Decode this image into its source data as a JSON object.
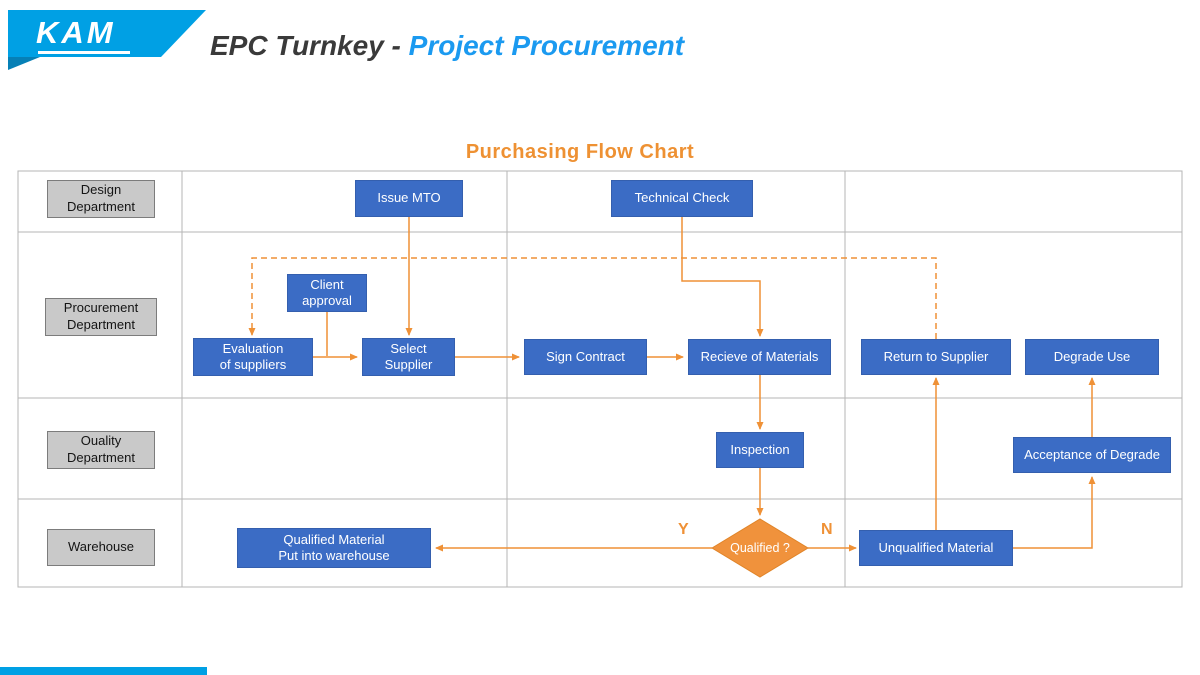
{
  "colors": {
    "logo_blue": "#00A0E4",
    "logo_fold_blue": "#0680B6",
    "title_blue": "#1B9AF0",
    "title_dark": "#3A3A3A",
    "node_blue": "#3B6CC5",
    "accent_orange": "#EF9136",
    "lane_gray": "#C9C9C9",
    "grid_gray": "#B5B5B5"
  },
  "header": {
    "logo_text": "KAM",
    "title_dark": "EPC Turnkey - ",
    "title_blue": "Project Procurement"
  },
  "chart": {
    "title": "Purchasing Flow Chart"
  },
  "lanes": {
    "design": "Design\nDepartment",
    "procurement": "Procurement\nDepartment",
    "quality": "Ouality\nDepartment",
    "warehouse": "Warehouse"
  },
  "nodes": {
    "issue_mto": "Issue MTO",
    "technical_check": "Technical Check",
    "client_approval": "Client\napproval",
    "evaluation_of_suppliers": "Evaluation\nof suppliers",
    "select_supplier": "Select\nSupplier",
    "sign_contract": "Sign Contract",
    "receive_of_materials": "Recieve of Materials",
    "return_to_supplier": "Return to Supplier",
    "degrade_use": "Degrade Use",
    "inspection": "Inspection",
    "acceptance_of_degrade": "Acceptance of Degrade",
    "qualified_material": "Qualified Material\nPut into warehouse",
    "unqualified_material": "Unqualified Material"
  },
  "decision": {
    "label": "Qualified ?",
    "yes_label": "Y",
    "no_label": "N"
  },
  "edges": [
    {
      "from": "issue_mto",
      "to": "select_supplier",
      "style": "solid"
    },
    {
      "from": "client_approval",
      "to": "select_supplier",
      "style": "solid"
    },
    {
      "from": "evaluation_of_suppliers",
      "to": "select_supplier",
      "style": "solid"
    },
    {
      "from": "select_supplier",
      "to": "sign_contract",
      "style": "solid"
    },
    {
      "from": "sign_contract",
      "to": "receive_of_materials",
      "style": "solid"
    },
    {
      "from": "technical_check",
      "to": "receive_of_materials",
      "style": "solid"
    },
    {
      "from": "receive_of_materials",
      "to": "inspection",
      "style": "solid"
    },
    {
      "from": "inspection",
      "to": "qualified_decision",
      "style": "solid"
    },
    {
      "from": "qualified_decision",
      "to": "qualified_material",
      "label": "Y",
      "style": "solid"
    },
    {
      "from": "qualified_decision",
      "to": "unqualified_material",
      "label": "N",
      "style": "solid"
    },
    {
      "from": "unqualified_material",
      "to": "return_to_supplier",
      "style": "solid"
    },
    {
      "from": "unqualified_material",
      "to": "acceptance_of_degrade",
      "style": "solid"
    },
    {
      "from": "acceptance_of_degrade",
      "to": "degrade_use",
      "style": "solid"
    },
    {
      "from": "return_to_supplier",
      "to": "evaluation_of_suppliers",
      "style": "dashed"
    }
  ]
}
